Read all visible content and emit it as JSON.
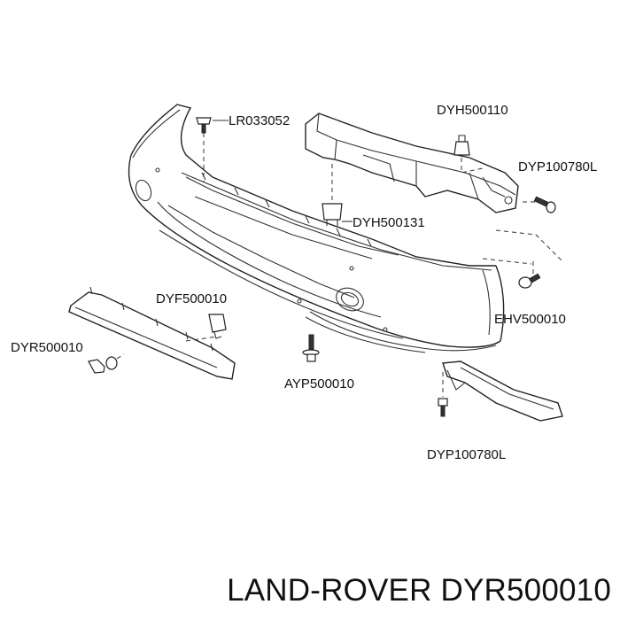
{
  "labels": {
    "lr033052": "LR033052",
    "dyh500110": "DYH500110",
    "dyp100780l_top": "DYP100780L",
    "dyh500131": "DYH500131",
    "ehv500010": "EHV500010",
    "dyf500010": "DYF500010",
    "dyr500010": "DYR500010",
    "ayp500010": "AYP500010",
    "dyp100780l_bottom": "DYP100780L"
  },
  "footer": {
    "title": "LAND-ROVER DYR500010"
  }
}
